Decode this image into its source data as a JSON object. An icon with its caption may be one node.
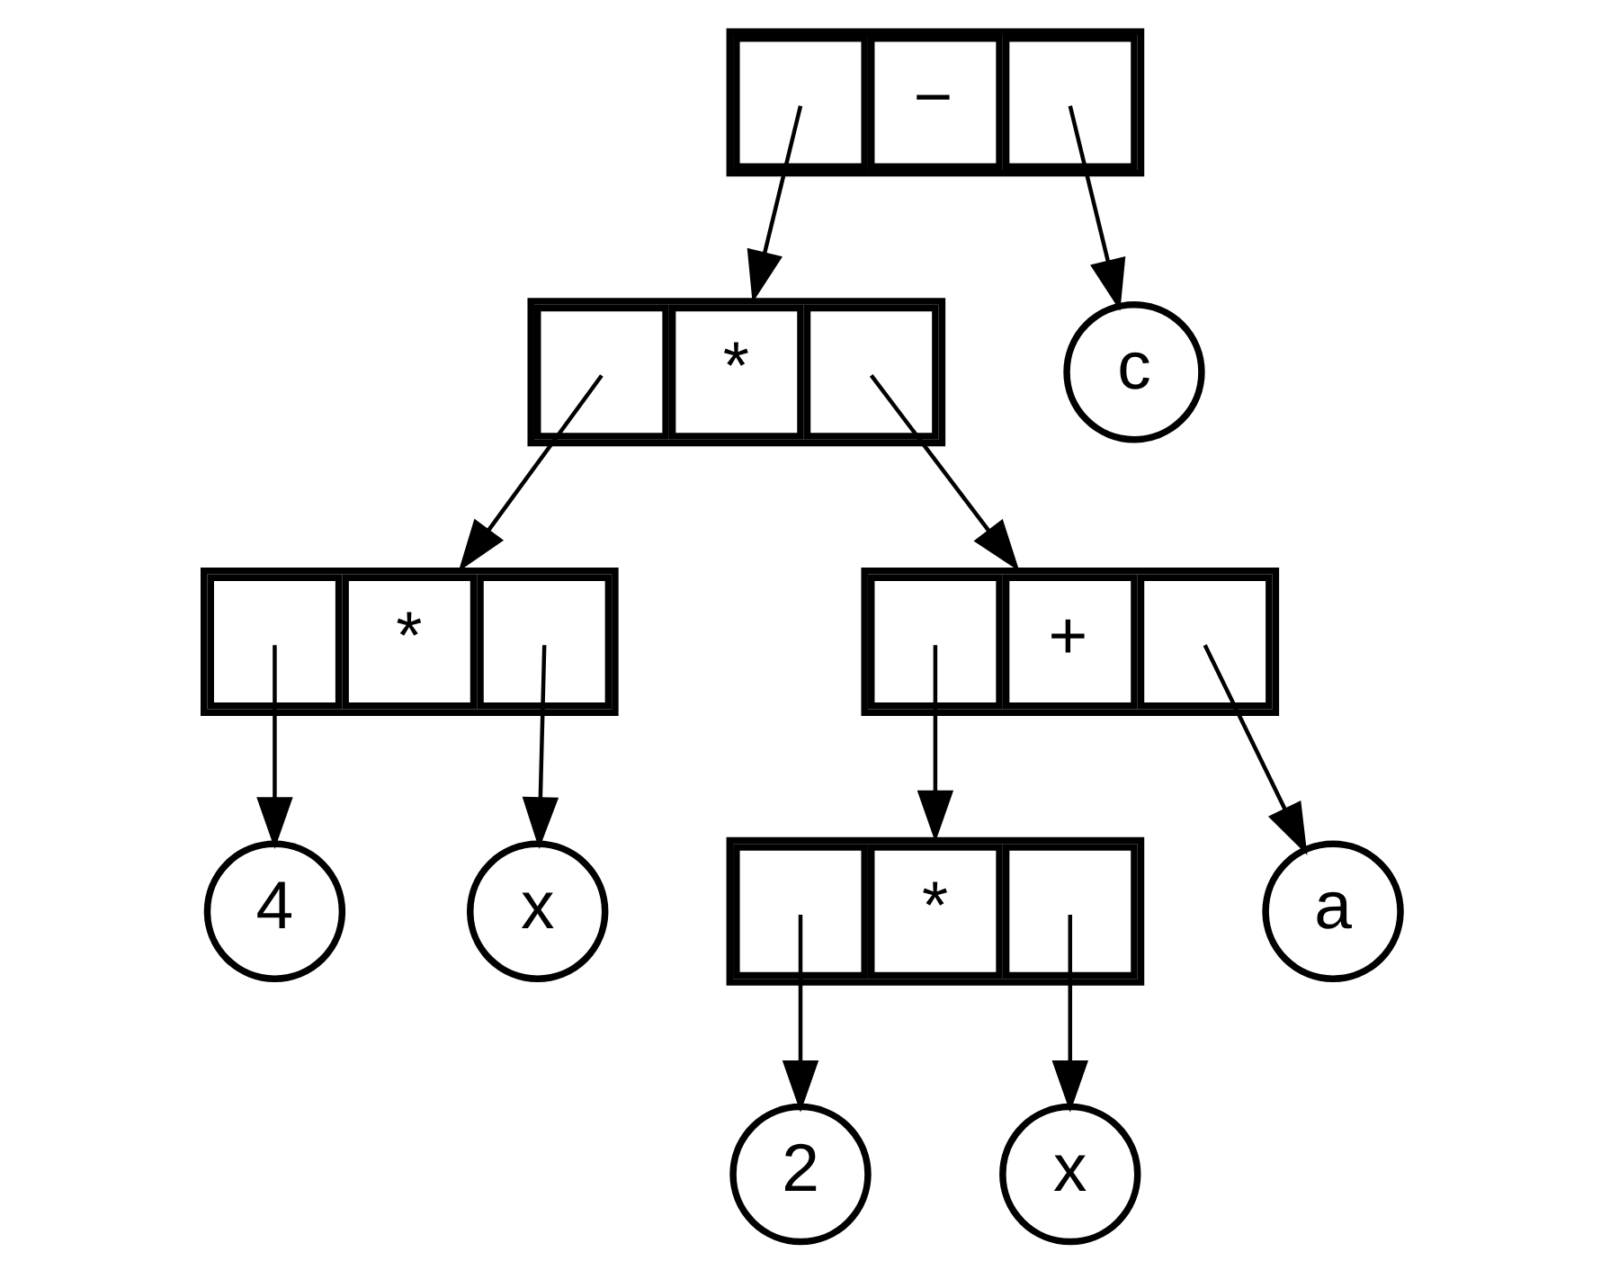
{
  "diagram": {
    "nodes": [
      {
        "text": [
          "−"
        ]
      },
      {
        "text": [
          "*"
        ]
      },
      {
        "text": [
          "c"
        ]
      },
      {
        "text": [
          "*"
        ]
      },
      {
        "text": [
          "+"
        ]
      },
      {
        "text": [
          "4"
        ]
      },
      {
        "text": [
          "x"
        ]
      },
      {
        "text": [
          "*"
        ]
      },
      {
        "text": [
          "a"
        ]
      },
      {
        "text": [
          "2"
        ]
      },
      {
        "text": [
          "x"
        ]
      }
    ],
    "edges": [
      {
        "from": 0,
        "to": 1,
        "arrow": "to"
      },
      {
        "from": 0,
        "to": 2,
        "arrow": "to"
      },
      {
        "from": 1,
        "to": 3,
        "arrow": "to"
      },
      {
        "from": 1,
        "to": 4,
        "arrow": "to"
      },
      {
        "from": 3,
        "to": 5,
        "arrow": "to"
      },
      {
        "from": 3,
        "to": 6,
        "arrow": "to"
      },
      {
        "from": 4,
        "to": 7,
        "arrow": "to"
      },
      {
        "from": 4,
        "to": 8,
        "arrow": "to"
      },
      {
        "from": 7,
        "to": 9,
        "arrow": "to"
      },
      {
        "from": 7,
        "to": 10,
        "arrow": "to"
      }
    ]
  }
}
